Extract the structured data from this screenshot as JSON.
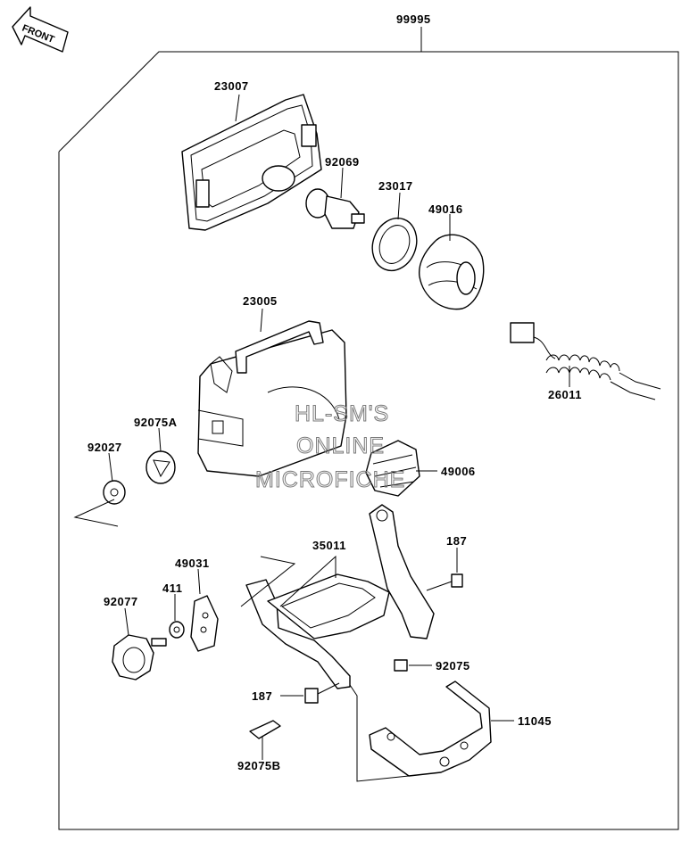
{
  "front_label": "FRONT",
  "kit_label": "99995",
  "parts": {
    "p23007": "23007",
    "p92069": "92069",
    "p23017": "23017",
    "p49016": "49016",
    "p23005": "23005",
    "p26011": "26011",
    "p92075A": "92075A",
    "p92027": "92027",
    "p49006": "49006",
    "p187a": "187",
    "p35011": "35011",
    "p49031": "49031",
    "p411": "411",
    "p92077": "92077",
    "p92075": "92075",
    "p187b": "187",
    "p11045": "11045",
    "p92075B": "92075B"
  },
  "watermark": [
    "HL-SM'S",
    "ONLINE",
    "MICROFICHE"
  ]
}
